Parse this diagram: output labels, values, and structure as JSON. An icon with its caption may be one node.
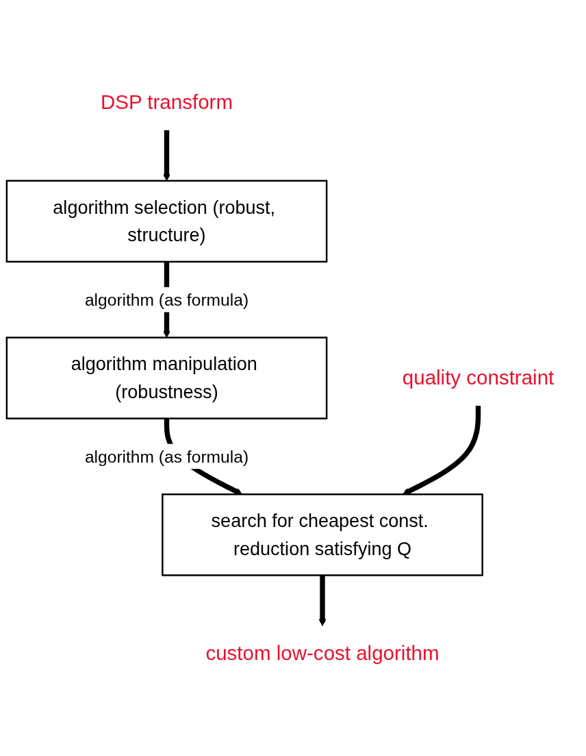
{
  "diagram": {
    "nodes": [
      {
        "text": [
          "DSP transform"
        ]
      },
      {
        "text": [
          "algorithm selection (robust, structure)"
        ]
      },
      {
        "text": [
          "algorithm manipulation (robustness)"
        ]
      },
      {
        "text": [
          "search for cheapest const. reduction satisfying Q"
        ]
      },
      {
        "text": [
          "quality constraint"
        ]
      },
      {
        "text": [
          "custom low-cost algorithm"
        ]
      }
    ],
    "edges": [
      {
        "from": 0,
        "to": 1,
        "arrow": "to"
      },
      {
        "from": 1,
        "to": 2,
        "arrow": "to",
        "label": "algorithm (as formula)"
      },
      {
        "from": 2,
        "to": 3,
        "arrow": "to",
        "label": "algorithm (as formula)"
      },
      {
        "from": 4,
        "to": 3,
        "arrow": "to"
      },
      {
        "from": 3,
        "to": 5,
        "arrow": "to"
      }
    ]
  }
}
